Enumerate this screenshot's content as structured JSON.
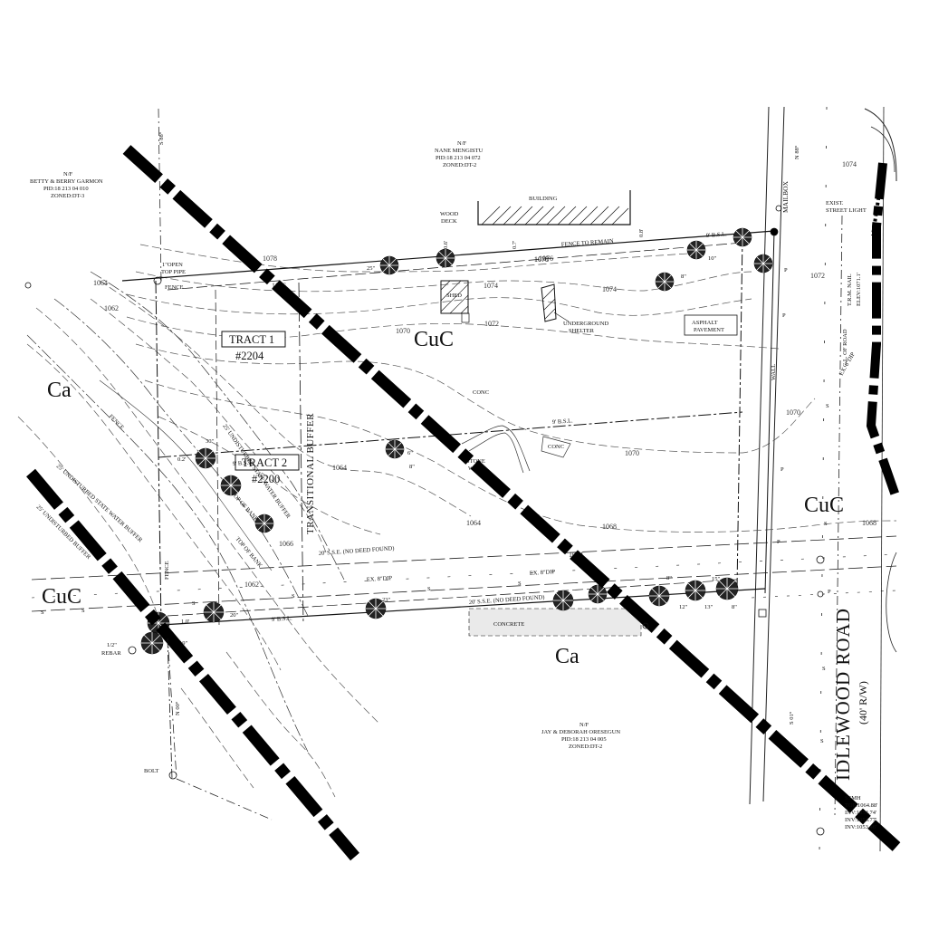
{
  "owners": {
    "garmon": {
      "line1": "N/F",
      "line2": "BETTY & BERRY GARMON",
      "line3": "PID:18 213 04 010",
      "line4": "ZONED:DT-3"
    },
    "mengistu": {
      "line1": "N/F",
      "line2": "NANE MENGISTU",
      "line3": "PID:18 213 04 072",
      "line4": "ZONED:DT-2"
    },
    "oresegun": {
      "line1": "N/F",
      "line2": "JAY & DEBORAH ORESEGUN",
      "line3": "PID:18 213 04 005",
      "line4": "ZONED:DT-2"
    }
  },
  "tracts": {
    "tract1": {
      "name": "TRACT 1",
      "number": "#2204"
    },
    "tract2": {
      "name": "TRACT 2",
      "number": "#2200"
    }
  },
  "soils": {
    "cuc": "CuC",
    "ca": "Ca"
  },
  "road": {
    "name": "IDLEWOOD ROAD",
    "row": "(40' R/W)"
  },
  "labels": {
    "transitional_buffer": "TRANSITIONAL BUFFER",
    "building": "BUILDING",
    "wood_deck_1": "WOOD",
    "wood_deck_2": "DECK",
    "shed": "SHED",
    "underground_shelter_1": "UNDERGROUND",
    "underground_shelter_2": "SHELTER",
    "asphalt_1": "ASPHALT",
    "asphalt_2": "PAVEMENT",
    "exist_street_light_1": "EXIST.",
    "exist_street_light_2": "STREET LIGHT",
    "mailbox": "MAILBOX",
    "fence_to_remain": "FENCE TO REMAIN",
    "fence": "FENCE",
    "open_top_pipe_1": "1\"OPEN",
    "open_top_pipe_2": "TOP PIPE",
    "top_of_bank_1": "TOP OF BANK",
    "top_of_bank_2": "TOP OF BANK",
    "stone_walk_1": "STONE",
    "stone_walk_2": "WALK",
    "conc": "CONC",
    "concrete": "CONCRETE",
    "sse_1": "20' S.S.E. (NO DEED FOUND)",
    "sse_2": "20' S.S.E. (NO DEED FOUND)",
    "bsl_1": "9' B.S.L.",
    "bsl_2": "9' B.S.L.",
    "bsl_3": "9' B.S.L.",
    "bsl_4": "9' B.S.L.",
    "ex_dip_1": "EX. 8\"DIP",
    "ex_dip_2": "EX. 8\"DIP",
    "ex_dip_3": "EX. 8\"DIP",
    "rebar_1": "1/2\"",
    "rebar_2": "REBAR",
    "bolt": "BOLT",
    "wall": "WALL",
    "ssmh_1": "SSMH",
    "ssmh_2": "TOP:1064.88'",
    "ssmh_3": "INV:1054.74'",
    "ssmh_4": "INV:1053.77'",
    "ssmh_5": "INV:1053.46'",
    "trm_nail_1": "T.R.M. NAIL",
    "trm_nail_2": "ELEV:1071.1'",
    "cl_of_road": "C.L. OF ROAD",
    "state_buffer": "25' UNDISTURBED STATE WATER BUFFER",
    "state_buffer_2": "25' UNDISTURBED BUFFER",
    "dim_02": "0.2'",
    "dim_10": "1.0'",
    "dim_06": "0.6'",
    "dim_07": "0.7'",
    "dim_08": "0.8'",
    "bearing_1": "S 88°",
    "bearing_2": "N 88°",
    "bearing_3": "N 00°",
    "bearing_4": "S 01°"
  },
  "contours": [
    "1078",
    "1076",
    "1074",
    "1072",
    "1070",
    "1068",
    "1066",
    "1064",
    "1062",
    "1074",
    "1072",
    "1070",
    "1068",
    "1066",
    "1064",
    "1070",
    "1072",
    "1076",
    "1074"
  ],
  "trees": [
    "25\"",
    "6\"",
    "10\"",
    "8\"",
    "15\"",
    "6\"",
    "8\"",
    "20\"",
    "23\"",
    "12\"",
    "13\"",
    "15\"",
    "8\"",
    "19\"",
    "30\""
  ]
}
